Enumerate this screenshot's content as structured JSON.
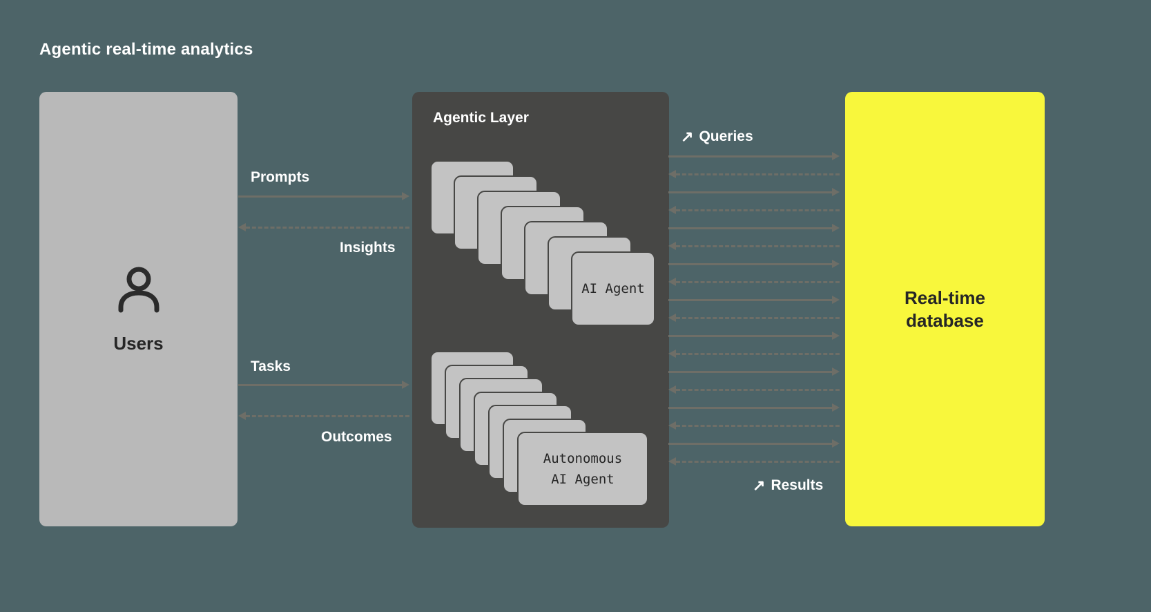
{
  "title": "Agentic real-time analytics",
  "colors": {
    "background": "#4d6468",
    "panel_light": "#b9b9b9",
    "panel_dark": "#474745",
    "panel_yellow": "#f8f73c",
    "card": "#c3c3c3",
    "arrow": "#6e6e67",
    "text_light": "#ffffff",
    "text_dark": "#262626"
  },
  "users_panel": {
    "label": "Users"
  },
  "agentic_panel": {
    "title": "Agentic Layer",
    "stacks": [
      {
        "card_count": 7,
        "front_label": "AI Agent"
      },
      {
        "card_count": 7,
        "front_label": "Autonomous\nAI Agent"
      }
    ]
  },
  "database_panel": {
    "label": "Real-time\ndatabase"
  },
  "left_flows": [
    {
      "label": "Prompts",
      "direction": "right",
      "style": "solid"
    },
    {
      "label": "Insights",
      "direction": "left",
      "style": "dashed"
    },
    {
      "label": "Tasks",
      "direction": "right",
      "style": "solid"
    },
    {
      "label": "Outcomes",
      "direction": "left",
      "style": "dashed"
    }
  ],
  "right_flows": {
    "queries_label": "Queries",
    "results_label": "Results",
    "arrow_icon": "↗",
    "pair_count": 9
  }
}
